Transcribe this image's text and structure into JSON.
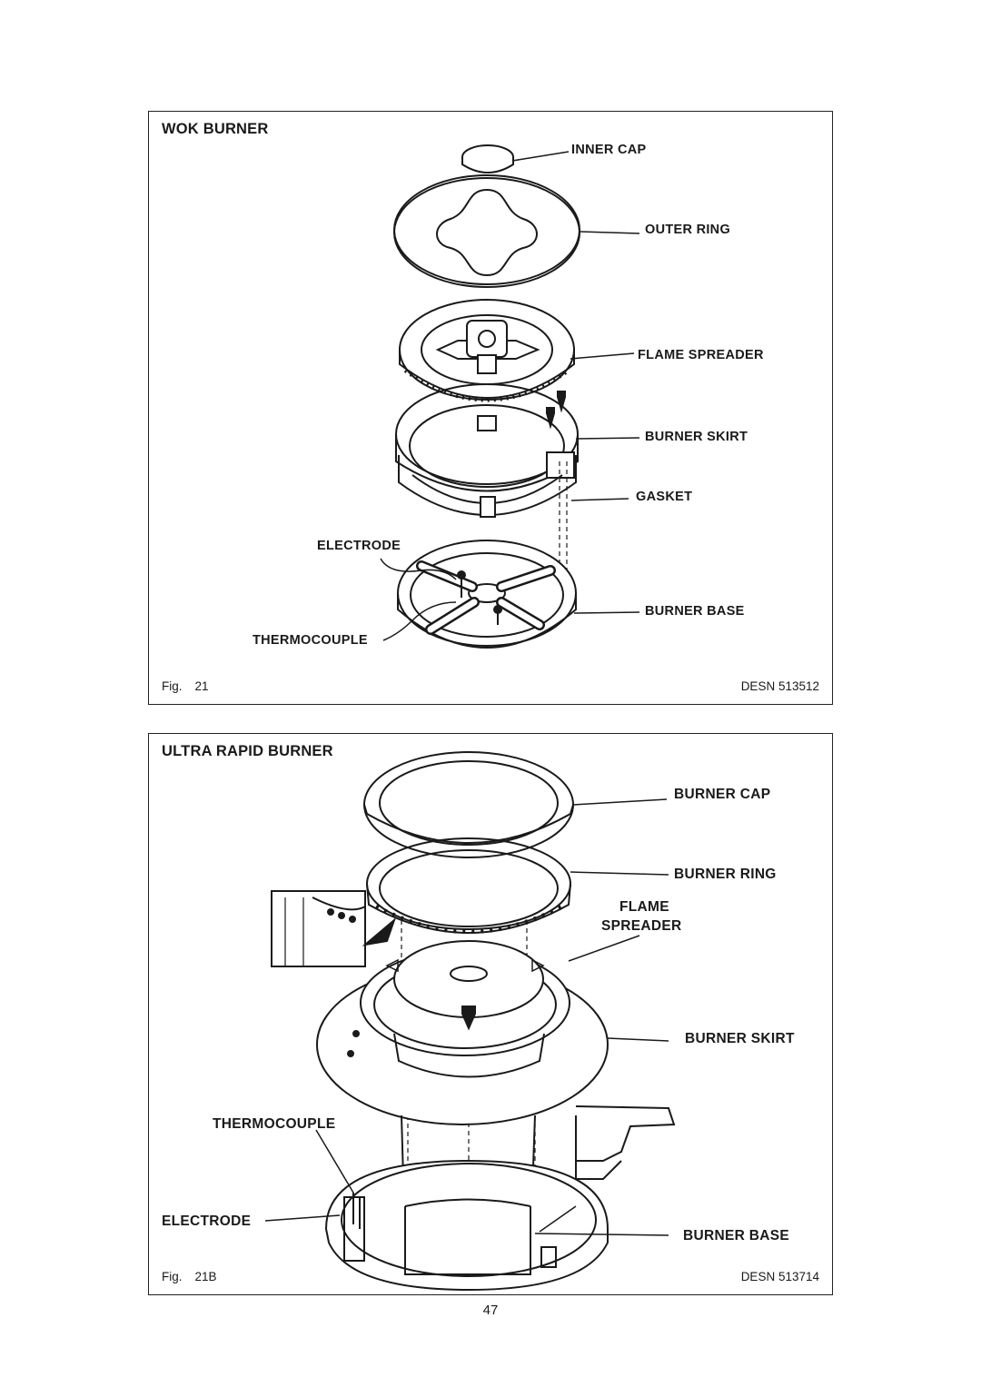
{
  "page_number": "47",
  "figures": [
    {
      "title": "WOK BURNER",
      "fig_prefix": "Fig.",
      "fig_number": "21",
      "reference": "DESN 513512",
      "labels": {
        "inner_cap": "INNER CAP",
        "outer_ring": "OUTER RING",
        "flame_spreader": "FLAME SPREADER",
        "burner_skirt": "BURNER SKIRT",
        "gasket": "GASKET",
        "electrode": "ELECTRODE",
        "burner_base": "BURNER BASE",
        "thermocouple": "THERMOCOUPLE"
      }
    },
    {
      "title": "ULTRA RAPID BURNER",
      "fig_prefix": "Fig.",
      "fig_number": "21B",
      "reference": "DESN 513714",
      "labels": {
        "burner_cap": "BURNER CAP",
        "burner_ring": "BURNER RING",
        "flame_line1": "FLAME",
        "flame_line2": "SPREADER",
        "burner_skirt": "BURNER SKIRT",
        "thermocouple": "THERMOCOUPLE",
        "electrode": "ELECTRODE",
        "burner_base": "BURNER BASE"
      }
    }
  ]
}
